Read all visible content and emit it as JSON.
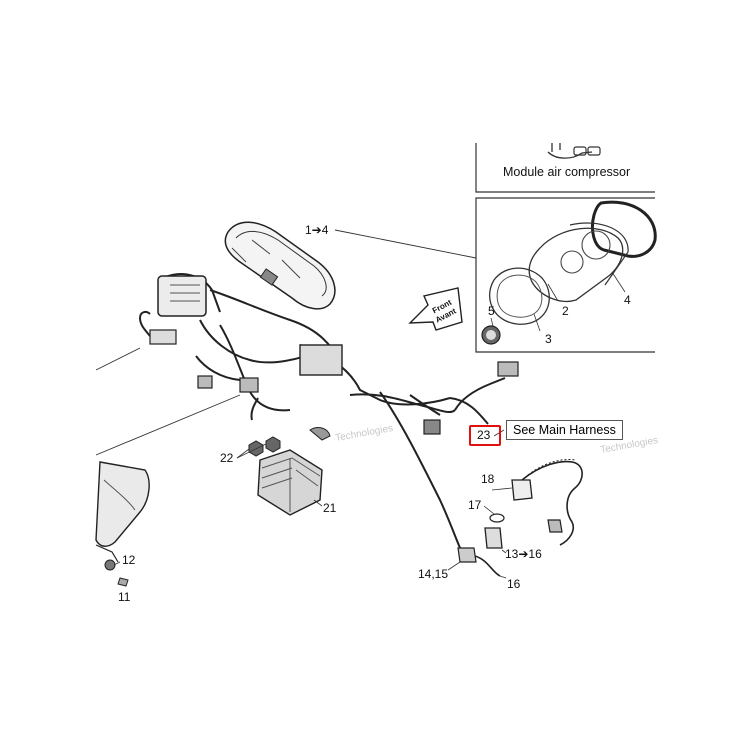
{
  "inset_top": {
    "caption": "Module air compressor"
  },
  "inset_gauge": {
    "labels": [
      "5",
      "2",
      "3",
      "4"
    ]
  },
  "front_arrow": {
    "line1": "Front",
    "line2": "Avant"
  },
  "callouts": {
    "c1_4": "1➔4",
    "c22": "22",
    "c21": "21",
    "c23": "23",
    "c18": "18",
    "c17": "17",
    "c13_16": "13➔16",
    "c14_15": "14,15",
    "c16": "16",
    "c12": "12",
    "c11": "11"
  },
  "harness_note": "See Main Harness",
  "watermarks": [
    "Technologies",
    "Technologies"
  ],
  "colors": {
    "line": "#222222",
    "highlight": "#e01010",
    "part": "#555555"
  }
}
